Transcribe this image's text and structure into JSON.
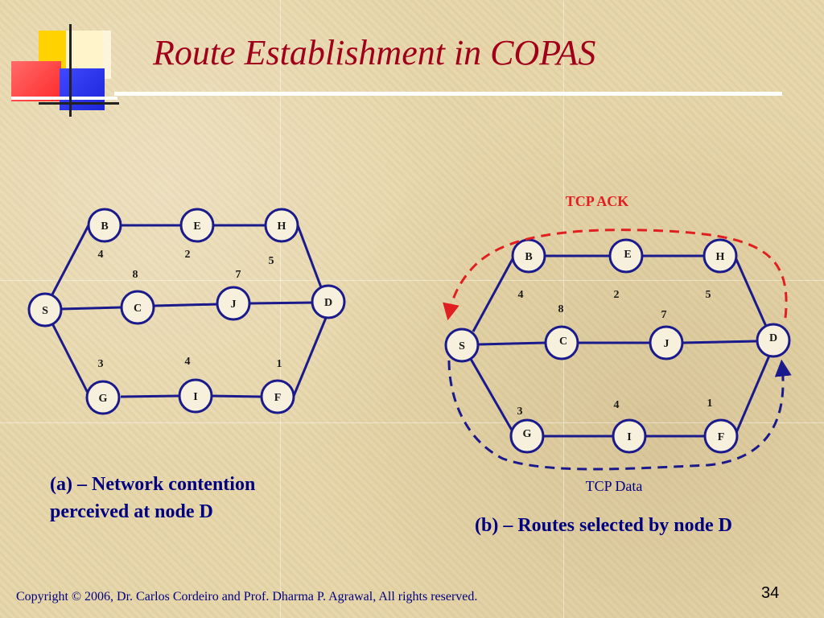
{
  "slide": {
    "title": "Route Establishment in COPAS",
    "page_number": "34",
    "footer": "Copyright © 2006, Dr. Carlos Cordeiro and  Prof. Dharma P. Agrawal,  All rights reserved."
  },
  "colors": {
    "title": "#a0001a",
    "node_stroke": "#1a1a8c",
    "edge": "#1a1a8c",
    "ack_route": "#e02020",
    "data_route": "#1a1a8c",
    "caption": "#000080"
  },
  "diagram_a": {
    "caption": "(a) – Network contention perceived at node D",
    "nodes": {
      "B": "B",
      "E": "E",
      "H": "H",
      "S": "S",
      "C": "C",
      "J": "J",
      "D": "D",
      "G": "G",
      "I": "I",
      "F": "F"
    },
    "weights": {
      "SB": "4",
      "BE": "2",
      "EH": "5",
      "SC": "8",
      "CJ": "7",
      "SG": "3",
      "GI": "4",
      "IF": "1"
    }
  },
  "diagram_b": {
    "caption": "(b) – Routes selected by node D",
    "ack_label": "TCP ACK",
    "data_label": "TCP Data",
    "nodes": {
      "B": "B",
      "E": "E",
      "H": "H",
      "S": "S",
      "C": "C",
      "J": "J",
      "D": "D",
      "G": "G",
      "I": "I",
      "F": "F"
    },
    "weights": {
      "SB": "4",
      "BE": "2",
      "EH": "5",
      "SC": "8",
      "CJ": "7",
      "SG": "3",
      "GI": "4",
      "IF": "1"
    }
  }
}
